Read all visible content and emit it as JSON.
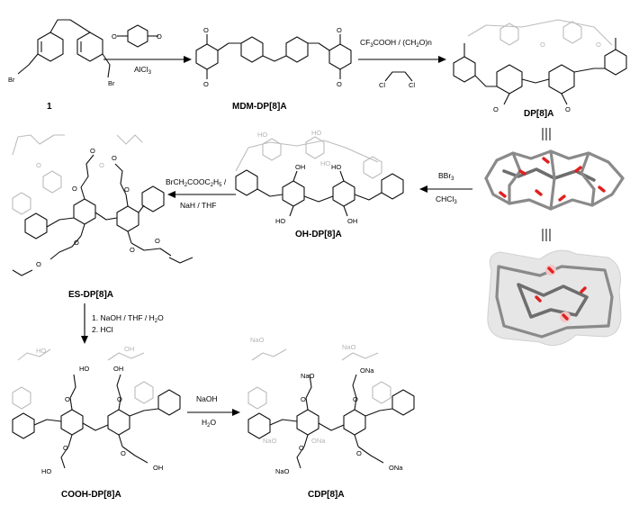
{
  "compounds": {
    "c1": "1",
    "mdm": "MDM-DP[8]A",
    "dp8a": "DP[8]A",
    "oh": "OH-DP[8]A",
    "es": "ES-DP[8]A",
    "cooh": "COOH-DP[8]A",
    "cdp": "CDP[8]A"
  },
  "conditions": {
    "step1_cat": "AlCl",
    "step1_cat_sub": "3",
    "step2_a": "CF",
    "step2_a_sub": "3",
    "step2_b": "COOH / (CH",
    "step2_b_sub": "2",
    "step2_c": "O)n",
    "step3_a": "BBr",
    "step3_a_sub": "3",
    "step3_b": "CHCl",
    "step3_b_sub": "3",
    "step4_a": "BrCH",
    "step4_a_sub1": "2",
    "step4_b": "COOC",
    "step4_b_sub2": "2",
    "step4_c": "H",
    "step4_c_sub3": "5",
    "step4_d": " /",
    "step4_line2": "NaH / THF",
    "step5_line1_a": "1. NaOH / THF / H",
    "step5_line1_sub": "2",
    "step5_line1_b": "O",
    "step5_line2": "2. HCl",
    "step6_line1": "NaOH",
    "step6_line2_a": "H",
    "step6_line2_sub": "2",
    "step6_line2_b": "O"
  },
  "atoms": {
    "br": "Br",
    "cl": "Cl",
    "o": "O",
    "oh": "OH",
    "ho": "HO",
    "na": "Na",
    "ona": "ONa",
    "nao": "NaO",
    "ho_full": "HO"
  },
  "colors": {
    "bond": "#111111",
    "faded_bond": "#bcbcbc",
    "stick_model": "#8a8a8a",
    "oxygen": "#e02020"
  }
}
